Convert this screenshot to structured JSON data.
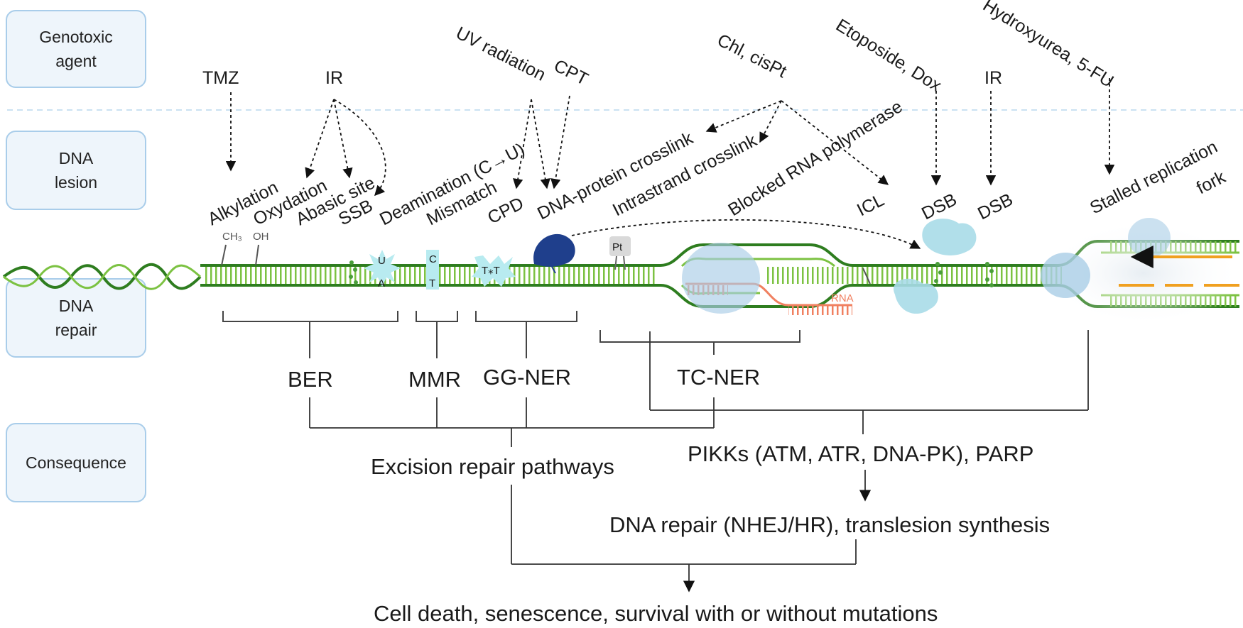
{
  "rows": [
    {
      "label": "Genotoxic\nagent"
    },
    {
      "label": "DNA\nlesion"
    },
    {
      "label": "DNA\nrepair"
    },
    {
      "label": "Consequence"
    }
  ],
  "agents": {
    "tmz": "TMZ",
    "ir1": "IR",
    "uv": "UV radiation",
    "cpt": "CPT",
    "chl": "Chl, cisPt",
    "etoposide": "Etoposide, Dox",
    "ir2": "IR",
    "hydroxyurea": "Hydroxyurea, 5-FU"
  },
  "lesions": {
    "alkylation": "Alkylation",
    "oxydation": "Oxydation",
    "abasic": "Abasic site",
    "ssb": "SSB",
    "deamination": "Deamination (C→U)",
    "mismatch": "Mismatch",
    "cpd": "CPD",
    "dpc": "DNA-protein crosslink",
    "intrastrand": "Intrastrand crosslink",
    "blocked_rnap": "Blocked RNA polymerase",
    "icl": "ICL",
    "dsb1": "DSB",
    "dsb2": "DSB",
    "stalled_line1": "Stalled replication",
    "stalled_line2": "fork"
  },
  "dna_labels": {
    "ch3": "CH₃",
    "oh": "OH",
    "u": "U",
    "a": "A",
    "c": "C",
    "t": "T",
    "tt": "T⁎T",
    "pt": "Pt",
    "rna": "RNA"
  },
  "pathways": {
    "ber": "BER",
    "mmr": "MMR",
    "ggner": "GG-NER",
    "tcner": "TC-NER"
  },
  "consequences": {
    "excision": "Excision repair pathways",
    "pikks": "PIKKs (ATM, ATR, DNA-PK), PARP",
    "repair": "DNA repair (NHEJ/HR), translesion synthesis",
    "final": "Cell death, senescence, survival with or without mutations"
  },
  "colors": {
    "dna_dark": "#2e7d1f",
    "dna_light": "#7cc242",
    "rna": "#f08060",
    "protein": "#a9dbe8",
    "protein_dark": "#1f3f8c",
    "box_border": "#a9cdea",
    "fork_arrow": "#f0a020"
  }
}
